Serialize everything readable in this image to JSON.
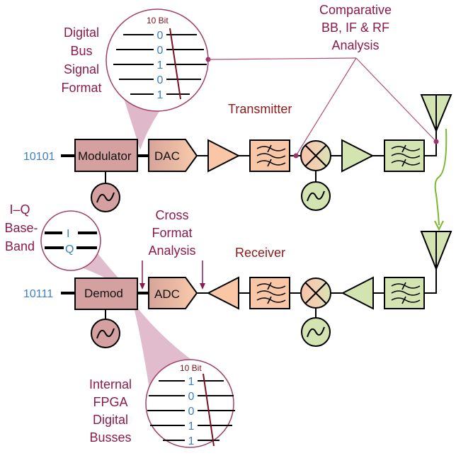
{
  "labels": {
    "digital_bus_signal_format": [
      "Digital",
      "Bus",
      "Signal",
      "Format"
    ],
    "comparative_analysis": [
      "Comparative",
      "BB, IF & RF",
      "Analysis"
    ],
    "transmitter": "Transmitter",
    "receiver": "Receiver",
    "iq_baseband": [
      "I–Q",
      "Base-",
      "Band"
    ],
    "cross_format_analysis": [
      "Cross",
      "Format",
      "Analysis"
    ],
    "internal_fpga_busses": [
      "Internal",
      "FPGA",
      "Digital",
      "Busses"
    ]
  },
  "transmitter": {
    "input_bits": "10101",
    "modulator_label": "Modulator",
    "dac_label": "DAC"
  },
  "receiver": {
    "output_bits": "10111",
    "demod_label": "Demod",
    "adc_label": "ADC"
  },
  "tx_bus_zoom": {
    "title": "10 Bit",
    "bits": [
      "0",
      "0",
      "1",
      "0",
      "1"
    ]
  },
  "rx_bus_zoom": {
    "title": "10 Bit",
    "bits": [
      "1",
      "0",
      "0",
      "1",
      "1"
    ]
  },
  "iq_zoom": {
    "i_label": "I",
    "q_label": "Q"
  },
  "colors": {
    "modulator_fill": "#d4a0a0",
    "dac_gradient_start": "#d8a79a",
    "dac_gradient_end": "#f8c9a8",
    "tx_orange": "#f9c6a6",
    "rf_green": "#d4e4b0",
    "label_text": "#8b1a4e",
    "bits_text": "#3b7fc4",
    "callout_fill": "#dcb0c4",
    "callout_stroke": "#a0406a",
    "link_arrow": "#7cb82f"
  }
}
